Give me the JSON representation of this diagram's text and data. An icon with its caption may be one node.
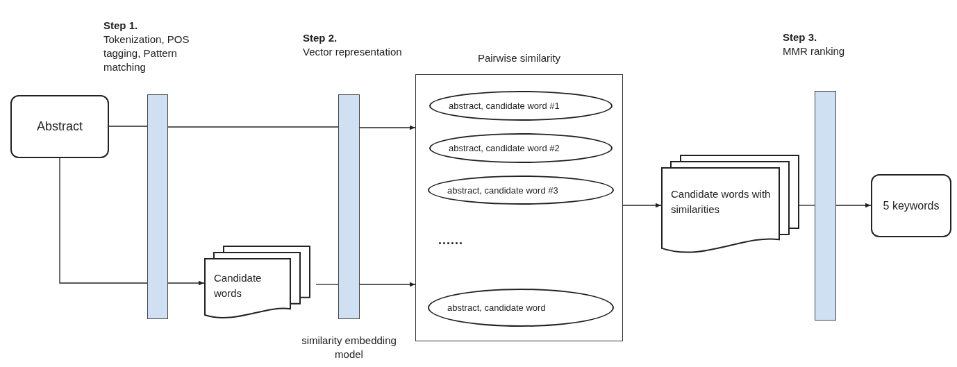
{
  "diagram": {
    "nodes": [
      {
        "text": [
          "Abstract"
        ]
      },
      {
        "text": [
          "Step 1.",
          "Tokenization, POS tagging, Pattern matching"
        ]
      },
      {
        "text": [
          "Candidate words"
        ]
      },
      {
        "text": [
          "Step 2.",
          "Vector representation"
        ],
        "beside": [
          "similarity embedding model"
        ]
      },
      {
        "text": [
          "Pairwise similarity"
        ]
      },
      {
        "text": [
          "abstract, candidate word #1"
        ],
        "in": 4
      },
      {
        "text": [
          "abstract, candidate word #2"
        ],
        "in": 4
      },
      {
        "text": [
          "abstract, candidate word #3"
        ],
        "in": 4
      },
      {
        "text": [
          "abstract, candidate word"
        ],
        "in": 4
      },
      {
        "text": [
          "Candidate words with similarities"
        ]
      },
      {
        "text": [
          "Step 3.",
          "MMR ranking"
        ]
      },
      {
        "text": [
          "5 keywords"
        ]
      }
    ],
    "edges": [
      {
        "from": 0,
        "to": 1,
        "arrow": "none"
      },
      {
        "from": 1,
        "to": 3,
        "arrow": "none"
      },
      {
        "from": 3,
        "to": 4,
        "arrow": "to"
      },
      {
        "from": 0,
        "to": 1,
        "arrow": "none"
      },
      {
        "from": 1,
        "to": 2,
        "arrow": "to"
      },
      {
        "from": 2,
        "to": 3,
        "arrow": "none"
      },
      {
        "from": 3,
        "to": 4,
        "arrow": "to"
      },
      {
        "from": 4,
        "to": 9,
        "arrow": "to"
      },
      {
        "from": 9,
        "to": 10,
        "arrow": "none"
      },
      {
        "from": 10,
        "to": 11,
        "arrow": "to"
      }
    ],
    "labels": [
      "......"
    ]
  }
}
